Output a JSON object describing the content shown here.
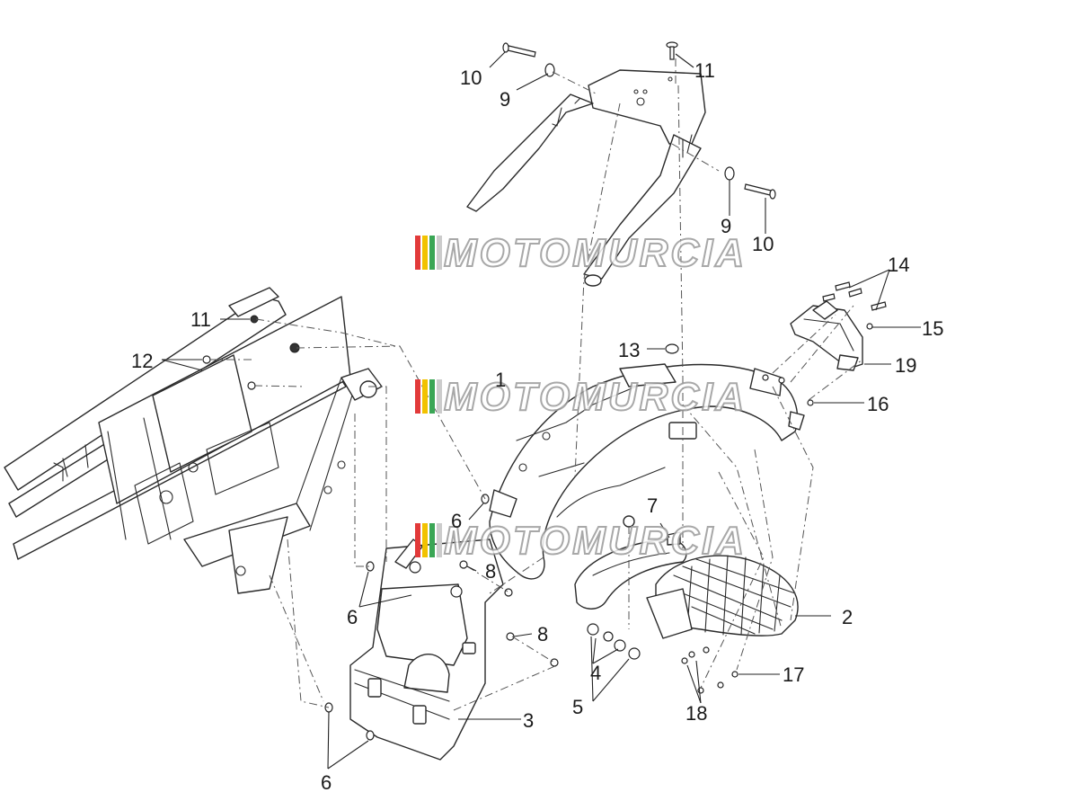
{
  "watermark": {
    "text": "MOTOMURCIA",
    "stripe_colors": [
      "#e23a3a",
      "#f2c200",
      "#3aa655",
      "#cccccc"
    ]
  },
  "callouts": [
    {
      "id": "c-10-top",
      "label": "10"
    },
    {
      "id": "c-9-top",
      "label": "9"
    },
    {
      "id": "c-11-top",
      "label": "11"
    },
    {
      "id": "c-9-right",
      "label": "9"
    },
    {
      "id": "c-10-right",
      "label": "10"
    },
    {
      "id": "c-14",
      "label": "14"
    },
    {
      "id": "c-15",
      "label": "15"
    },
    {
      "id": "c-19",
      "label": "19"
    },
    {
      "id": "c-16",
      "label": "16"
    },
    {
      "id": "c-13",
      "label": "13"
    },
    {
      "id": "c-1",
      "label": "1"
    },
    {
      "id": "c-11-left",
      "label": "11"
    },
    {
      "id": "c-12",
      "label": "12"
    },
    {
      "id": "c-6-mid",
      "label": "6"
    },
    {
      "id": "c-7",
      "label": "7"
    },
    {
      "id": "c-8-upper",
      "label": "8"
    },
    {
      "id": "c-6-left",
      "label": "6"
    },
    {
      "id": "c-8-lower",
      "label": "8"
    },
    {
      "id": "c-2",
      "label": "2"
    },
    {
      "id": "c-4",
      "label": "4"
    },
    {
      "id": "c-5",
      "label": "5"
    },
    {
      "id": "c-17",
      "label": "17"
    },
    {
      "id": "c-18",
      "label": "18"
    },
    {
      "id": "c-3",
      "label": "3"
    },
    {
      "id": "c-6-bottom",
      "label": "6"
    }
  ]
}
